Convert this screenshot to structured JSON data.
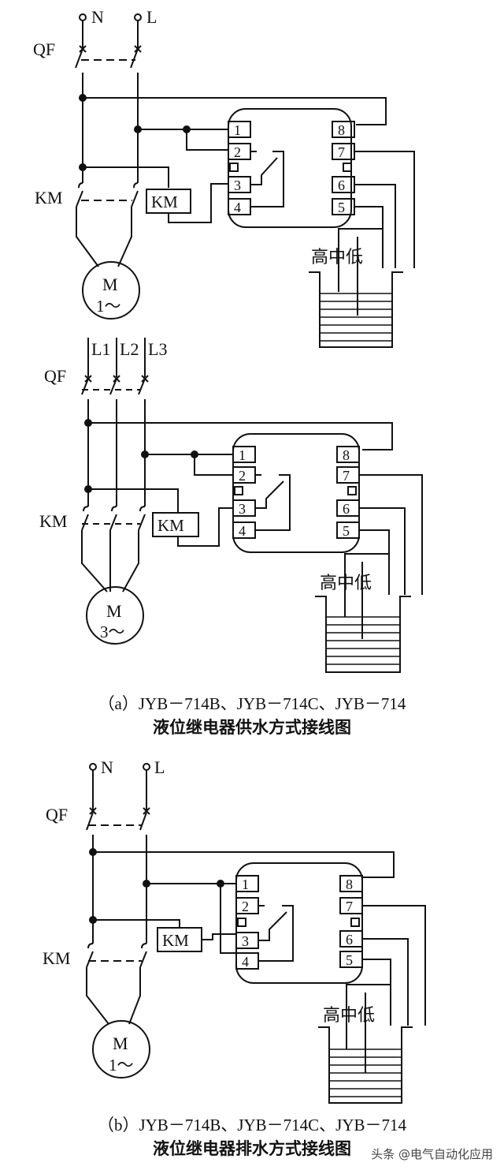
{
  "diagram_a1": {
    "terminals": [
      "N",
      "L"
    ],
    "breaker": "QF",
    "contactor": "KM",
    "coil": "KM",
    "motor": "M",
    "motor_phase": "1～",
    "relay_pins_left": [
      "1",
      "2",
      "3",
      "4"
    ],
    "relay_pins_right": [
      "8",
      "7",
      "6",
      "5"
    ],
    "electrodes": "高中低"
  },
  "diagram_a2": {
    "terminals": [
      "L1",
      "L2",
      "L3"
    ],
    "breaker": "QF",
    "contactor": "KM",
    "coil": "KM",
    "motor": "M",
    "motor_phase": "3～",
    "relay_pins_left": [
      "1",
      "2",
      "3",
      "4"
    ],
    "relay_pins_right": [
      "8",
      "7",
      "6",
      "5"
    ],
    "electrodes": "高中低"
  },
  "caption_a": {
    "line1": "（a）JYB－714B、JYB－714C、JYB－714",
    "line2": "液位继电器供水方式接线图"
  },
  "diagram_b": {
    "terminals": [
      "N",
      "L"
    ],
    "breaker": "QF",
    "contactor": "KM",
    "coil": "KM",
    "motor": "M",
    "motor_phase": "1～",
    "relay_pins_left": [
      "1",
      "2",
      "3",
      "4"
    ],
    "relay_pins_right": [
      "8",
      "7",
      "6",
      "5"
    ],
    "electrodes": "高中低"
  },
  "caption_b": {
    "line1": "（b）JYB－714B、JYB－714C、JYB－714",
    "line2": "液位继电器排水方式接线图"
  },
  "watermark": "头条 @电气自动化应用"
}
